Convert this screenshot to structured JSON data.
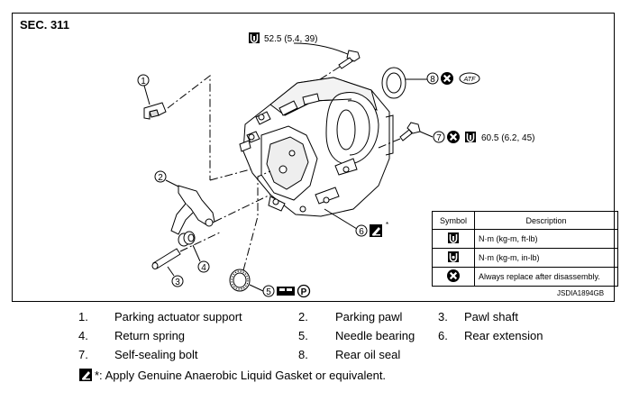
{
  "section_label": "SEC. 311",
  "torques": {
    "top": "52.5 (5.4, 39)",
    "right": "60.5 (6.2, 45)"
  },
  "atf_label": "ATF",
  "asterisk": "*",
  "callouts": [
    "1",
    "2",
    "3",
    "4",
    "5",
    "6",
    "7",
    "8"
  ],
  "parking_mark": "P",
  "legend": {
    "header_symbol": "Symbol",
    "header_description": "Description",
    "rows": [
      {
        "icon": "torque-ftlb-icon",
        "description": "N·m (kg-m, ft-lb)"
      },
      {
        "icon": "torque-inlb-icon",
        "description": "N·m (kg-m, in-lb)"
      },
      {
        "icon": "replace-icon",
        "description": "Always replace after disassembly."
      }
    ]
  },
  "doc_code": "JSDIA1894GB",
  "parts": [
    {
      "num": "1.",
      "name": "Parking actuator support"
    },
    {
      "num": "2.",
      "name": "Parking pawl"
    },
    {
      "num": "3.",
      "name": "Pawl shaft"
    },
    {
      "num": "4.",
      "name": "Return spring"
    },
    {
      "num": "5.",
      "name": "Needle bearing"
    },
    {
      "num": "6.",
      "name": "Rear extension"
    },
    {
      "num": "7.",
      "name": "Self-sealing bolt"
    },
    {
      "num": "8.",
      "name": "Rear oil seal"
    }
  ],
  "footnote": "*: Apply Genuine Anaerobic Liquid Gasket or equivalent."
}
